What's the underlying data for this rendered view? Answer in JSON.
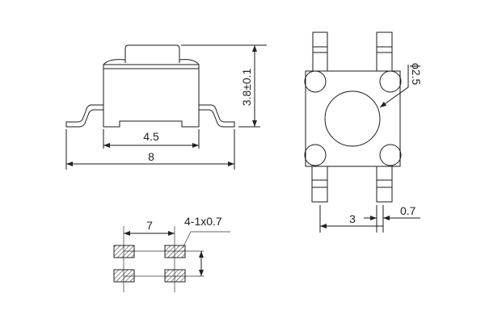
{
  "side_view": {
    "height_dim": "3.8±0.1",
    "bottom_dim": "4.5",
    "overall_dim": "8"
  },
  "top_view": {
    "diameter_dim": "ϕ2.5",
    "pitch_dim": "3",
    "lead_width_dim": "0.7"
  },
  "footprint": {
    "pitch_dim": "7",
    "pad_note": "4-1x0.7"
  },
  "colors": {
    "line": "#1a1a1a",
    "background": "#ffffff"
  }
}
